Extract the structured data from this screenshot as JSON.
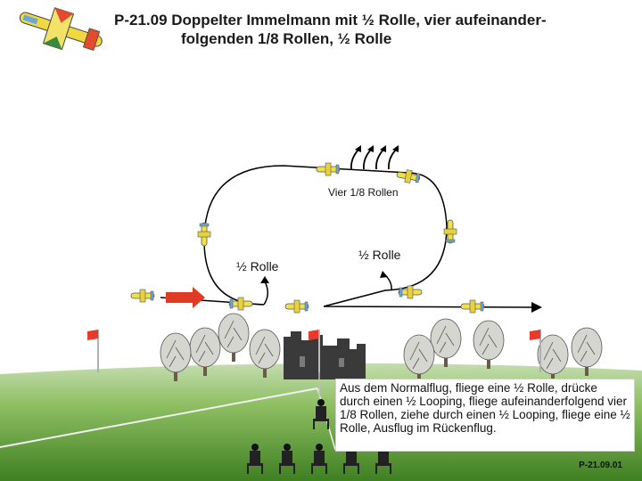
{
  "title": {
    "line1": "P-21.09 Doppelter Immelmann mit ½ Rolle, vier aufeinander-",
    "line2": "folgenden 1/8 Rollen, ½ Rolle"
  },
  "labels": {
    "vier_rollen": "Vier 1/8 Rollen",
    "half_roll_left": "½ Rolle",
    "half_roll_right": "½ Rolle"
  },
  "description": "Aus dem Normalflug, fliege eine ½ Rolle, drücke durch einen ½ Looping, fliege aufeinanderfolgend vier 1/8 Rollen, ziehe durch einen ½ Looping, fliege eine ½ Rolle, Ausflug im Rückenflug.",
  "code": "P-21.09.01",
  "colors": {
    "sky": "#ffffff",
    "grass_top": "#b9d79a",
    "grass_bottom": "#4e8c2a",
    "flight_path": "#000000",
    "entry_arrow": "#e03a24",
    "flag": "#e83a2a",
    "plane_body": "#f2e04a"
  },
  "icons": [
    "airplane-logo-icon",
    "plane-icon",
    "flag-icon",
    "tree-icon",
    "castle-icon",
    "pilot-icon",
    "spectator-icon"
  ]
}
